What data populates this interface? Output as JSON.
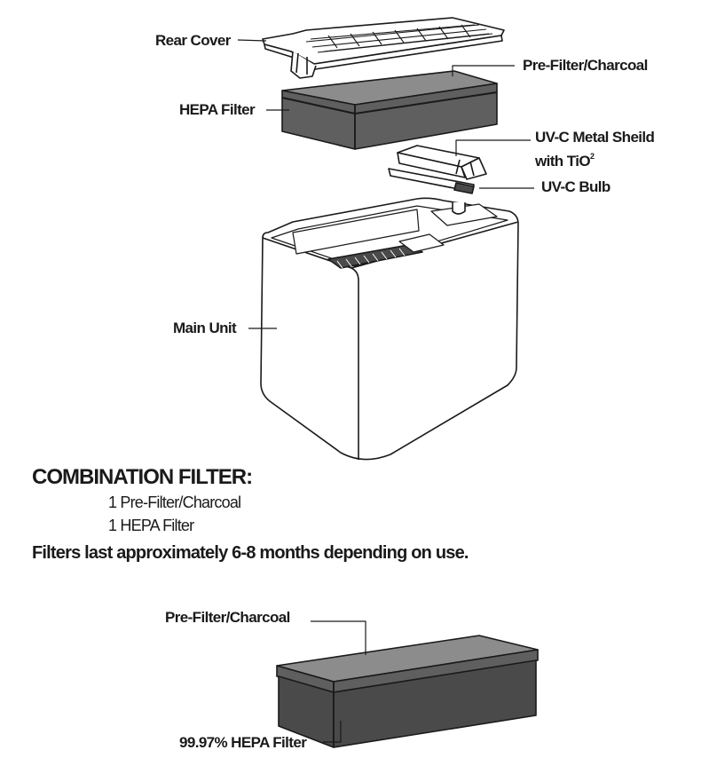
{
  "labels": {
    "rear_cover": "Rear Cover",
    "pre_filter_charcoal": "Pre-Filter/Charcoal",
    "hepa_filter": "HEPA Filter",
    "uvc_shield_line1": "UV-C Metal Sheild",
    "uvc_shield_line2": "with TiO",
    "uvc_shield_sup": "2",
    "uvc_bulb": "UV-C Bulb",
    "main_unit": "Main Unit"
  },
  "combination": {
    "heading": "COMBINATION FILTER:",
    "items": [
      "1 Pre-Filter/Charcoal",
      "1 HEPA Filter"
    ],
    "note": "Filters last approximately 6-8 months depending on use."
  },
  "bottom_labels": {
    "pre_filter_charcoal": "Pre-Filter/Charcoal",
    "hepa_filter": "99.97% HEPA Filter"
  },
  "colors": {
    "stroke": "#1a1a1a",
    "charcoal_top": "#8c8c8c",
    "hepa_side": "#5f5f5f",
    "hepa_dark": "#4a4a4a",
    "white": "#ffffff"
  }
}
